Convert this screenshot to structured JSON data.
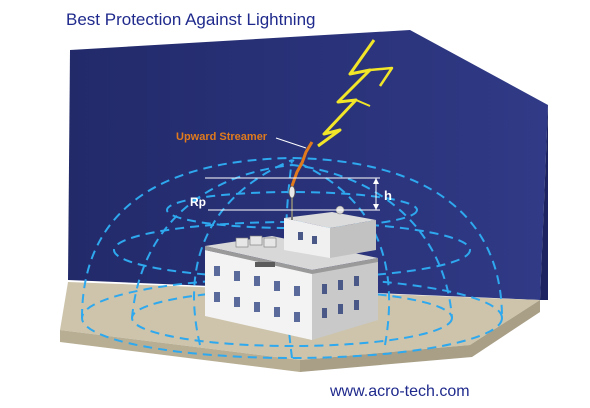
{
  "header": {
    "title": "Best Protection Against Lightning"
  },
  "labels": {
    "streamer": "Upward Streamer",
    "radius": "Rp",
    "height": "h"
  },
  "footer": {
    "url": "www.acro-tech.com"
  },
  "colors": {
    "sky": "#272f74",
    "ground": "#cfc6ae",
    "dome": "#2ea8ee",
    "bolt": "#f2e629",
    "streamer": "#e07a1c",
    "text": "#1f2a8c"
  }
}
